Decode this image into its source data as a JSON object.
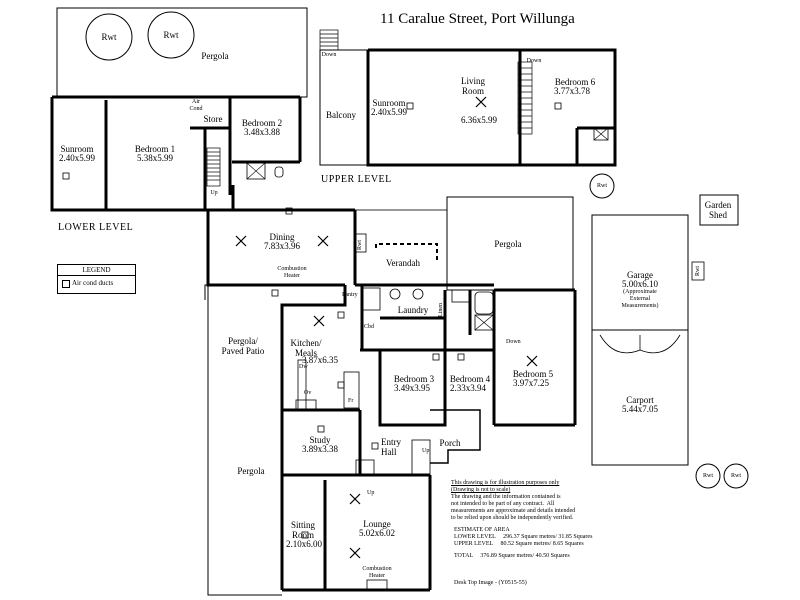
{
  "title": "11 Caralue Street, Port Willunga",
  "levels": {
    "upper": "UPPER LEVEL",
    "lower": "LOWER LEVEL"
  },
  "legend": {
    "title": "LEGEND",
    "item": "Air cond ducts"
  },
  "rooms": {
    "sunroom_lower": {
      "name": "Sunroom",
      "size": "2.40x5.99"
    },
    "bedroom1": {
      "name": "Bedroom 1",
      "size": "5.38x5.99"
    },
    "pergola_top": {
      "name": "Pergola"
    },
    "rwt1": "Rwt",
    "rwt2": "Rwt",
    "air_cond": "Air\nCond",
    "store": "Store",
    "bedroom2": {
      "name": "Bedroom 2",
      "size": "3.48x3.88"
    },
    "up_lower": "Up",
    "balcony": "Balcony",
    "down_balcony": "Down",
    "sunroom_upper": {
      "name": "Sunroom",
      "size": "2.40x5.99"
    },
    "living": {
      "name": "Living\nRoom",
      "size": "6.36x5.99"
    },
    "down_living": "Down",
    "bedroom6": {
      "name": "Bedroom 6",
      "size": "3.77x3.78"
    },
    "rwt_upper": "Rwt",
    "garden_shed": "Garden\nShed",
    "dining": {
      "name": "Dining",
      "size": "7.83x3.96"
    },
    "combustion_heater_dining": "Combustion\nHeater",
    "rwt_dining": "Rwt",
    "verandah": "Verandah",
    "pergola_mid": "Pergola",
    "garage": {
      "name": "Garage",
      "size": "5.00x6.10",
      "note": "(Approximate\nExternal\nMeasurements)"
    },
    "rwt_garage": "Rwt",
    "pantry": "Pantry",
    "laundry": "Laundry",
    "linen": "Linen",
    "cbd": "Cbd",
    "down_bed5": "Down",
    "pergola_patio": "Pergola/\nPaved Patio",
    "kitchen": {
      "name": "Kitchen/\nMeals",
      "size": "3.87x6.35"
    },
    "dw": "Dw",
    "ov": "Ov",
    "fr": "Fr",
    "bedroom3": {
      "name": "Bedroom 3",
      "size": "3.49x3.95"
    },
    "bedroom4": {
      "name": "Bedroom 4",
      "size": "2.33x3.94"
    },
    "bedroom5": {
      "name": "Bedroom 5",
      "size": "3.97x7.25"
    },
    "carport": {
      "name": "Carport",
      "size": "5.44x7.05"
    },
    "study": {
      "name": "Study",
      "size": "3.89x3.38"
    },
    "entry": "Entry\nHall",
    "porch": "Porch",
    "up_entry": "Up",
    "up_lounge": "Up",
    "pergola_left": "Pergola",
    "rwt_carport1": "Rwt",
    "rwt_carport2": "Rwt",
    "sitting": {
      "name": "Sitting\nRoom",
      "size": "2.10x6.00"
    },
    "lounge": {
      "name": "Lounge",
      "size": "5.02x6.02"
    },
    "combustion_heater_lounge": "Combustion\nHeater"
  },
  "notes": {
    "illustration": "This drawing is for illustration purposes only",
    "scale": "(Drawing is not to scale)",
    "disclaimer": "The drawing and the information contained is\nnot intended to be part of any contract.  All\nmeasurements are approximate and details intended\nto be relied upon should be independently verified."
  },
  "area": {
    "heading": "ESTIMATE OF AREA",
    "rows": [
      {
        "label": "LOWER LEVEL",
        "value": "296.37 Square metres/ 31.85 Squares"
      },
      {
        "label": "UPPER LEVEL",
        "value": "80.52 Square metres/  8.65 Squares"
      },
      {
        "label": "TOTAL",
        "value": "376.89 Square metres/  40.50 Squares"
      }
    ]
  },
  "footer": "Desk Top Image - (Y0515-55)"
}
